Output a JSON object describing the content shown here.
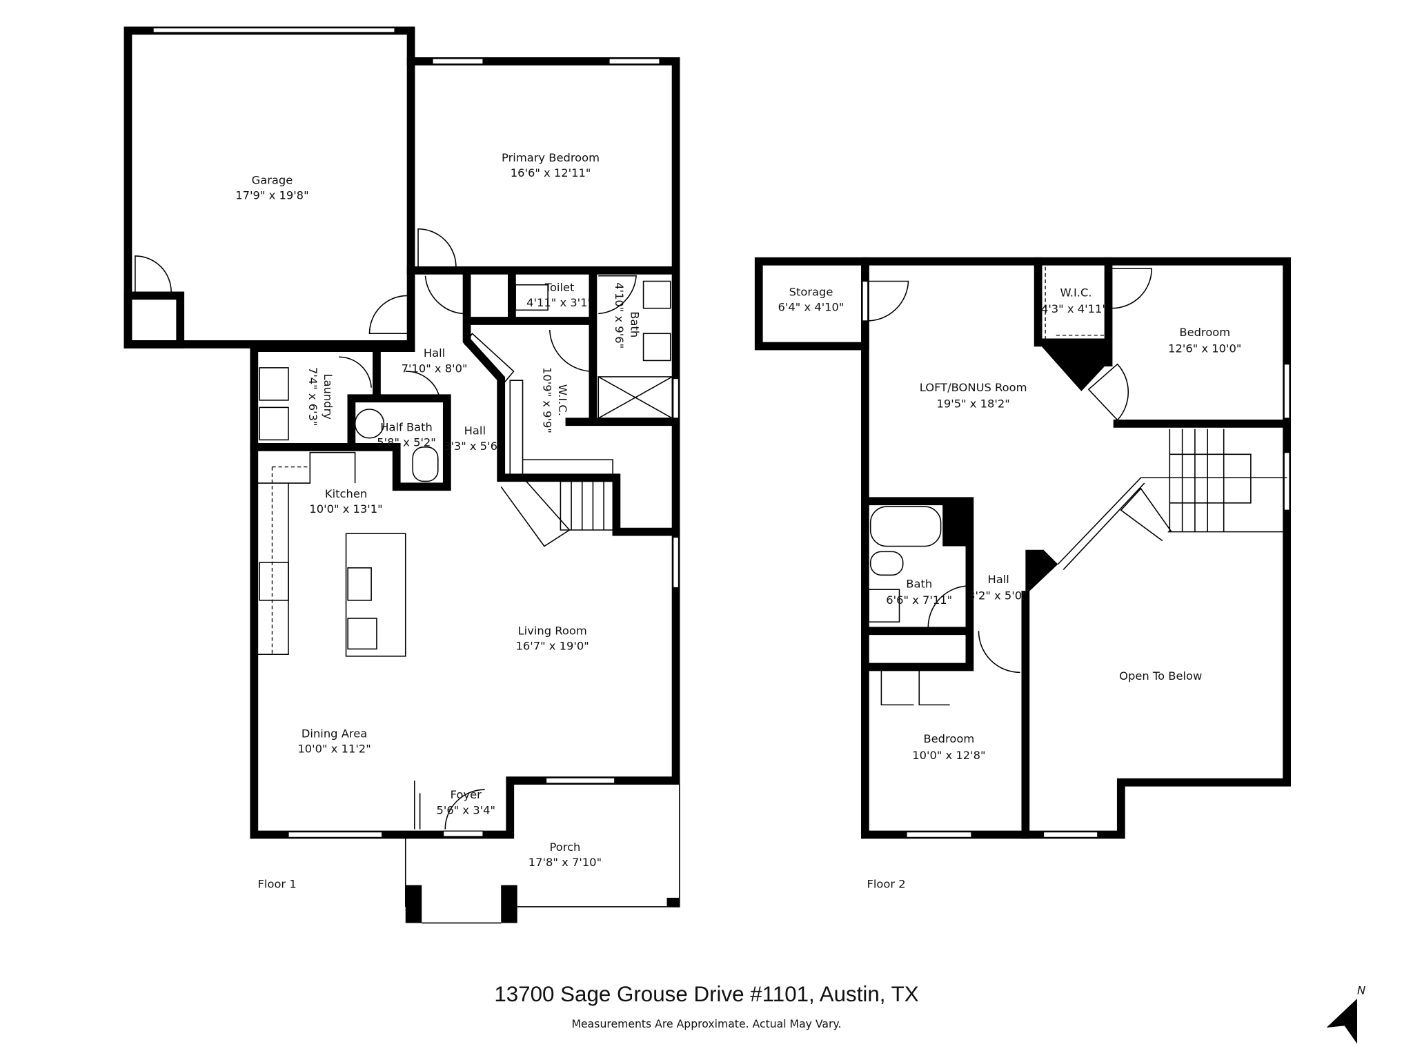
{
  "title": "13700 Sage Grouse Drive #1101, Austin, TX",
  "disclaimer": "Measurements Are Approximate. Actual May Vary.",
  "compass": {
    "label": "N",
    "icon": "north-arrow-icon"
  },
  "floor1": {
    "label": "Floor 1",
    "rooms": {
      "garage": {
        "name": "Garage",
        "size": "17'9\" x 19'8\""
      },
      "primary_bedroom": {
        "name": "Primary Bedroom",
        "size": "16'6\" x 12'11\""
      },
      "toilet": {
        "name": "Toilet",
        "size": "4'11\" x 3'1\""
      },
      "bath": {
        "name": "Bath",
        "size": "4'10\" x 9'6\""
      },
      "hall_1": {
        "name": "Hall",
        "size": "7'10\" x 8'0\""
      },
      "wic": {
        "name": "W.I.C.",
        "size": "10'9\" x 9'9\""
      },
      "laundry": {
        "name": "Laundry",
        "size": "7'4\" x 6'3\""
      },
      "half_bath": {
        "name": "Half Bath",
        "size": "5'8\" x 5'2\""
      },
      "hall_2": {
        "name": "Hall",
        "size": "3'3\" x 5'6\""
      },
      "kitchen": {
        "name": "Kitchen",
        "size": "10'0\" x 13'1\""
      },
      "living_room": {
        "name": "Living Room",
        "size": "16'7\" x 19'0\""
      },
      "dining_area": {
        "name": "Dining Area",
        "size": "10'0\" x 11'2\""
      },
      "foyer": {
        "name": "Foyer",
        "size": "5'6\" x 3'4\""
      },
      "porch": {
        "name": "Porch",
        "size": "17'8\" x 7'10\""
      }
    }
  },
  "floor2": {
    "label": "Floor 2",
    "rooms": {
      "storage": {
        "name": "Storage",
        "size": "6'4\" x 4'10\""
      },
      "wic": {
        "name": "W.I.C.",
        "size": "4'3\" x 4'11\""
      },
      "bedroom_1": {
        "name": "Bedroom",
        "size": "12'6\" x 10'0\""
      },
      "loft": {
        "name": "LOFT/BONUS Room",
        "size": "19'5\" x 18'2\""
      },
      "bath": {
        "name": "Bath",
        "size": "6'6\" x 7'11\""
      },
      "hall": {
        "name": "Hall",
        "size": "3'2\" x 5'0\""
      },
      "open_to_below": {
        "name": "Open To Below",
        "size": ""
      },
      "bedroom_2": {
        "name": "Bedroom",
        "size": "10'0\" x 12'8\""
      }
    }
  }
}
